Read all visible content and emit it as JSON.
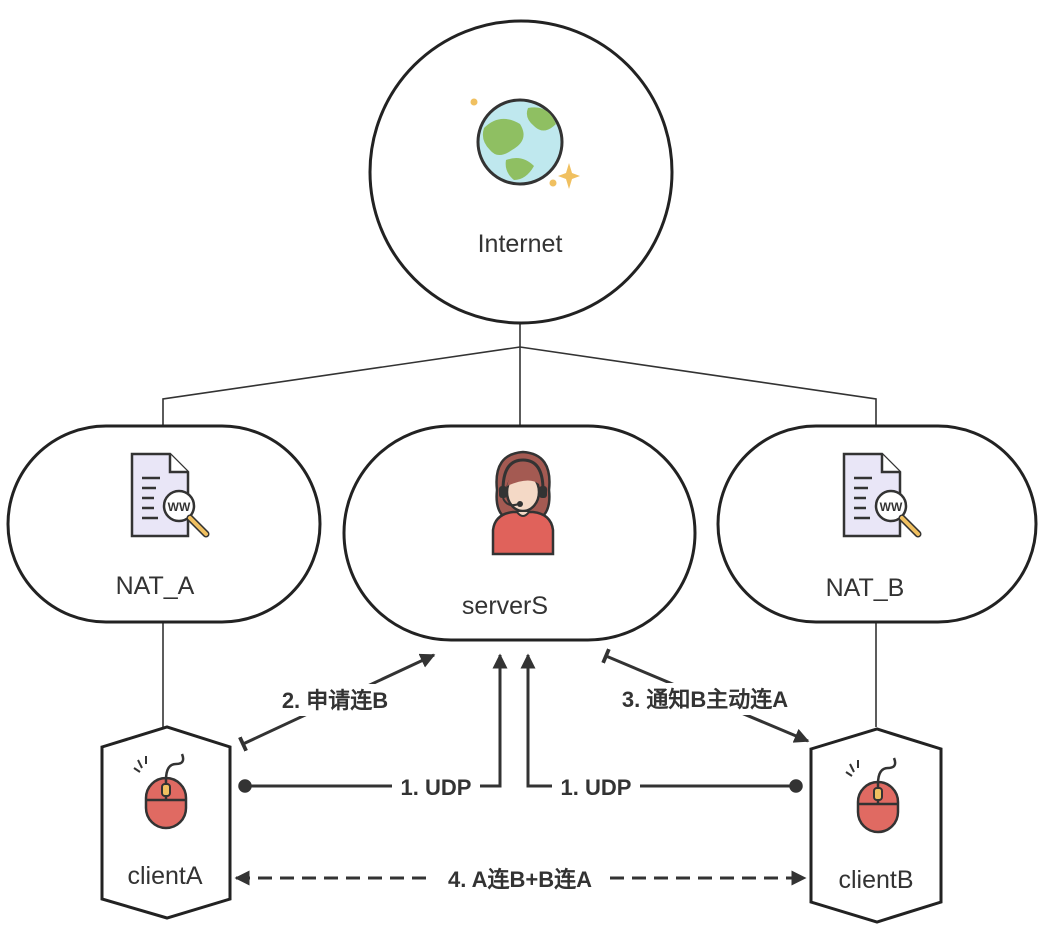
{
  "nodes": {
    "internet": "Internet",
    "nat_a": "NAT_A",
    "server": "serverS",
    "nat_b": "NAT_B",
    "client_a": "clientA",
    "client_b": "clientB"
  },
  "edges": {
    "request_b": "2. 申请连B",
    "notify_b": "3. 通知B主动连A",
    "udp_a": "1. UDP",
    "udp_b": "1. UDP",
    "p2p": "4. A连B+B连A"
  },
  "colors": {
    "ocean": "#bfe8ee",
    "land": "#8fbf62",
    "document": "#e9e6f7",
    "person_shirt": "#e0625b",
    "person_hair": "#a45a52",
    "mouse": "#e06a62",
    "sparkle": "#f0c060"
  },
  "icons": {
    "internet": "globe-icon",
    "nat_a": "web-search-document-icon",
    "server": "customer-service-agent-icon",
    "nat_b": "web-search-document-icon",
    "client_a": "computer-mouse-icon",
    "client_b": "computer-mouse-icon"
  }
}
